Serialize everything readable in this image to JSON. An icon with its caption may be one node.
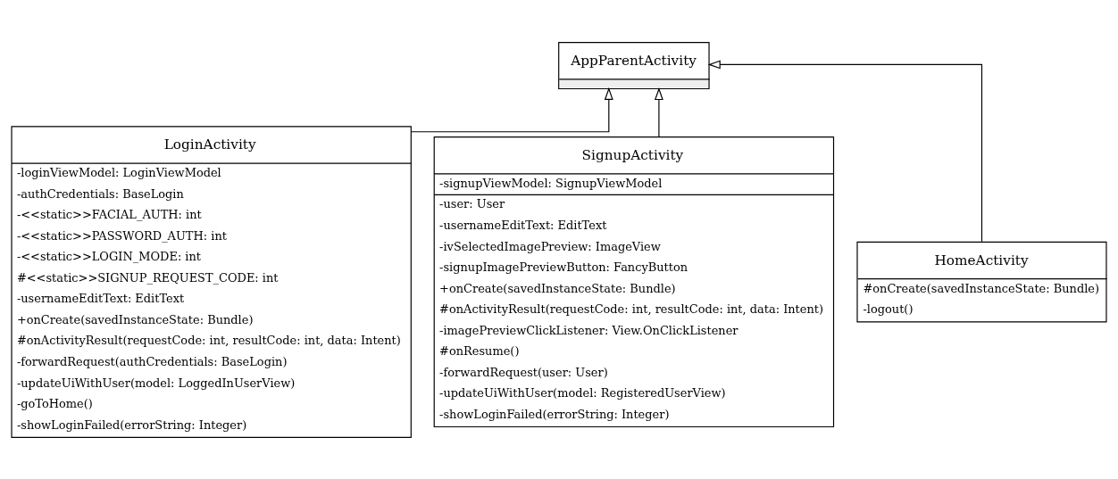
{
  "diagram": {
    "nodes": [
      {
        "text": [
          "AppParentActivity"
        ]
      },
      {
        "text": [
          "LoginActivity",
          "-loginViewModel: LoginViewModel",
          "-authCredentials: BaseLogin",
          "-<<static>>FACIAL_AUTH: int",
          "-<<static>>PASSWORD_AUTH: int",
          "-<<static>>LOGIN_MODE: int",
          "#<<static>>SIGNUP_REQUEST_CODE: int",
          "-usernameEditText: EditText",
          "+onCreate(savedInstanceState: Bundle)",
          "#onActivityResult(requestCode: int, resultCode: int, data: Intent)",
          "-forwardRequest(authCredentials: BaseLogin)",
          "-updateUiWithUser(model: LoggedInUserView)",
          "-goToHome()",
          "-showLoginFailed(errorString: Integer)"
        ]
      },
      {
        "text": [
          "SignupActivity",
          "-signupViewModel: SignupViewModel",
          "-user: User",
          "-usernameEditText: EditText",
          "-ivSelectedImagePreview: ImageView",
          "-signupImagePreviewButton: FancyButton",
          "+onCreate(savedInstanceState: Bundle)",
          "#onActivityResult(requestCode: int, resultCode: int, data: Intent)",
          "-imagePreviewClickListener: View.OnClickListener",
          "#onResume()",
          "-forwardRequest(user: User)",
          "-updateUiWithUser(model: RegisteredUserView)",
          "-showLoginFailed(errorString: Integer)"
        ]
      },
      {
        "text": [
          "HomeActivity",
          "#onCreate(savedInstanceState: Bundle)",
          "-logout()"
        ]
      }
    ],
    "edges": [
      {
        "from": 1,
        "to": 0,
        "arrow": "to"
      },
      {
        "from": 2,
        "to": 0,
        "arrow": "to"
      },
      {
        "from": 3,
        "to": 0,
        "arrow": "to"
      }
    ]
  }
}
